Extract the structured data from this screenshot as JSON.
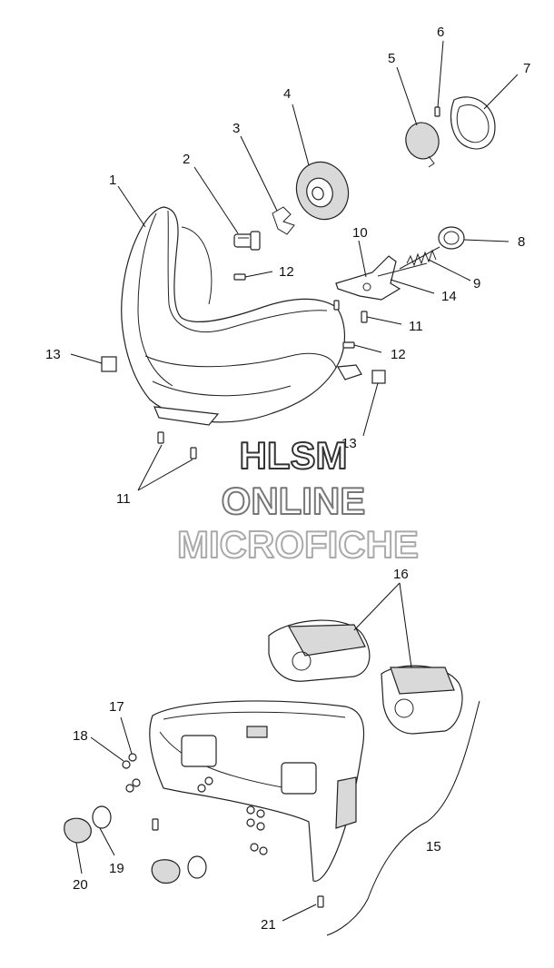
{
  "watermark": {
    "line1": "HLSM",
    "line2": "ONLINE",
    "line3": "MICROFICHE"
  },
  "callouts": [
    {
      "id": "c1",
      "label": "1"
    },
    {
      "id": "c2",
      "label": "2"
    },
    {
      "id": "c3",
      "label": "3"
    },
    {
      "id": "c4",
      "label": "4"
    },
    {
      "id": "c5",
      "label": "5"
    },
    {
      "id": "c6",
      "label": "6"
    },
    {
      "id": "c7",
      "label": "7"
    },
    {
      "id": "c8",
      "label": "8"
    },
    {
      "id": "c9",
      "label": "9"
    },
    {
      "id": "c10",
      "label": "10"
    },
    {
      "id": "c11a",
      "label": "11"
    },
    {
      "id": "c11b",
      "label": "11"
    },
    {
      "id": "c12a",
      "label": "12"
    },
    {
      "id": "c12b",
      "label": "12"
    },
    {
      "id": "c13a",
      "label": "13"
    },
    {
      "id": "c13b",
      "label": "13"
    },
    {
      "id": "c14",
      "label": "14"
    },
    {
      "id": "c15",
      "label": "15"
    },
    {
      "id": "c16",
      "label": "16"
    },
    {
      "id": "c17",
      "label": "17"
    },
    {
      "id": "c18",
      "label": "18"
    },
    {
      "id": "c19",
      "label": "19"
    },
    {
      "id": "c20",
      "label": "20"
    },
    {
      "id": "c21",
      "label": "21"
    }
  ],
  "colors": {
    "line": "#222222",
    "watermark_fill": "#ffffff",
    "watermark_line1": "#333333",
    "watermark_line2": "#777777",
    "watermark_line3": "#aaaaaa"
  }
}
